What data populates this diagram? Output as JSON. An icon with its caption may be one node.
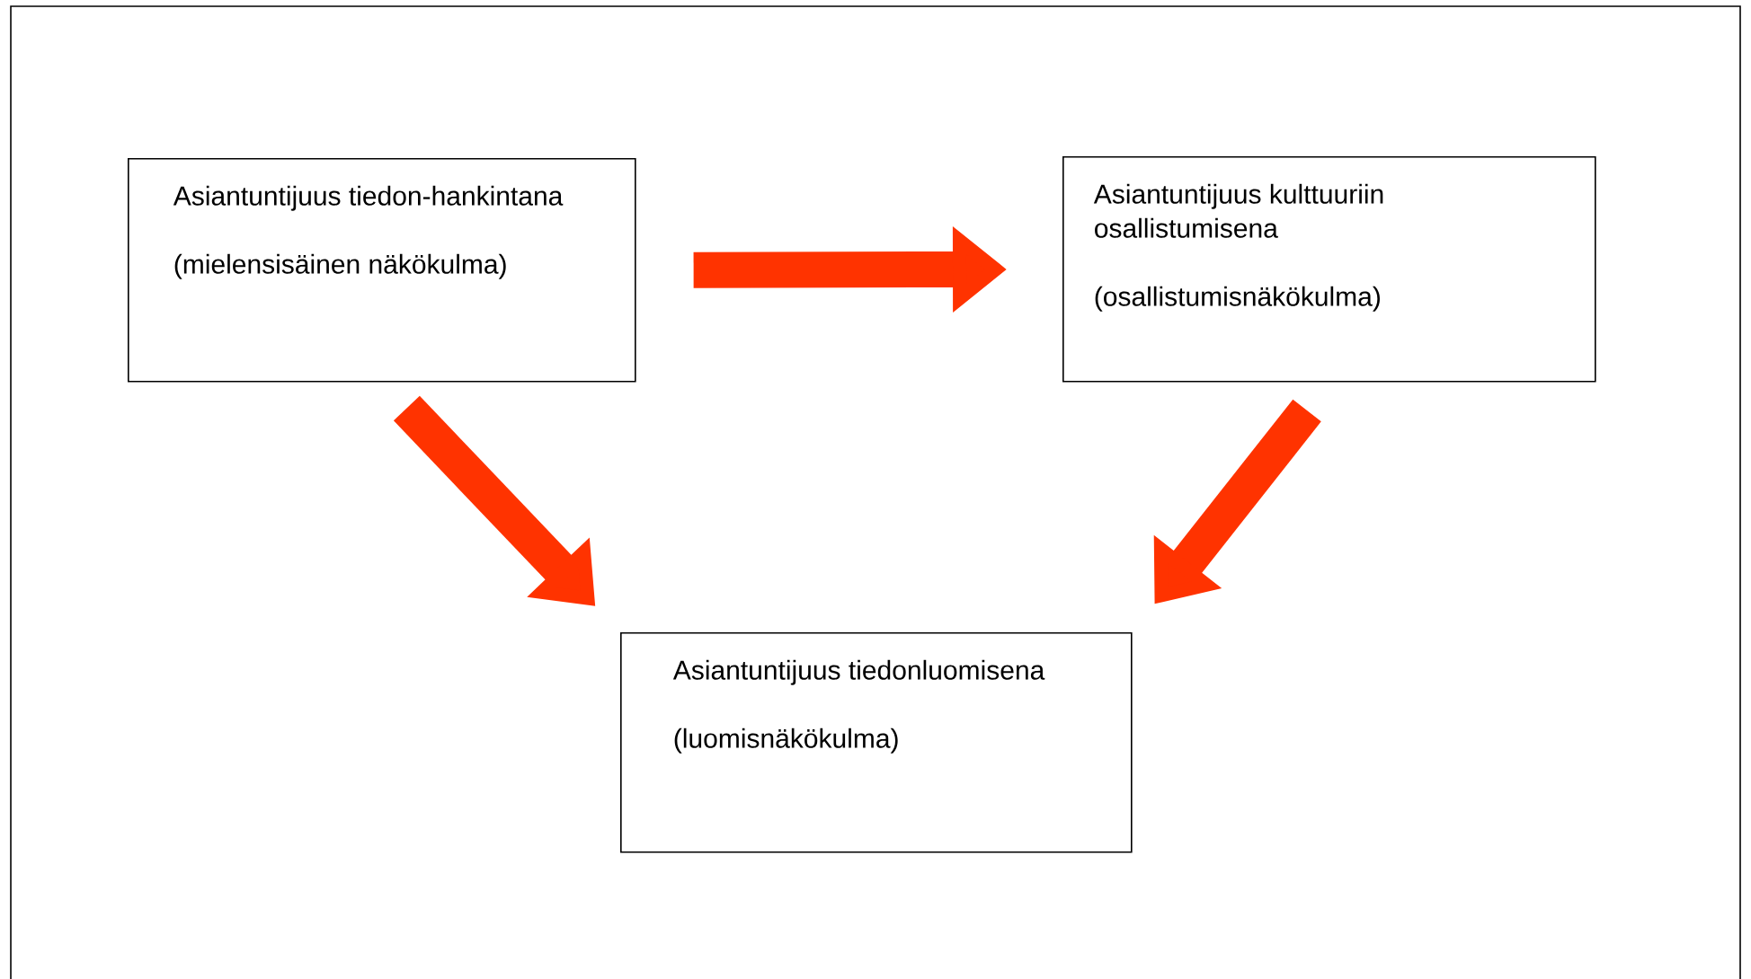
{
  "diagram": {
    "nodes": [
      {
        "text": [
          "Asiantuntijuus tiedon-hankintana",
          "(mielensisäinen näkökulma)"
        ]
      },
      {
        "text": [
          "Asiantuntijuus kulttuuriin osallistumisena",
          "(osallistumisnäkökulma)"
        ]
      },
      {
        "text": [
          "Asiantuntijuus tiedonluomisena",
          "(luomisnäkökulma)"
        ]
      }
    ],
    "edges": [
      {
        "from": 0,
        "to": 1,
        "arrow": "to"
      },
      {
        "from": 0,
        "to": 2,
        "arrow": "to"
      },
      {
        "from": 1,
        "to": 2,
        "arrow": "to"
      }
    ]
  }
}
